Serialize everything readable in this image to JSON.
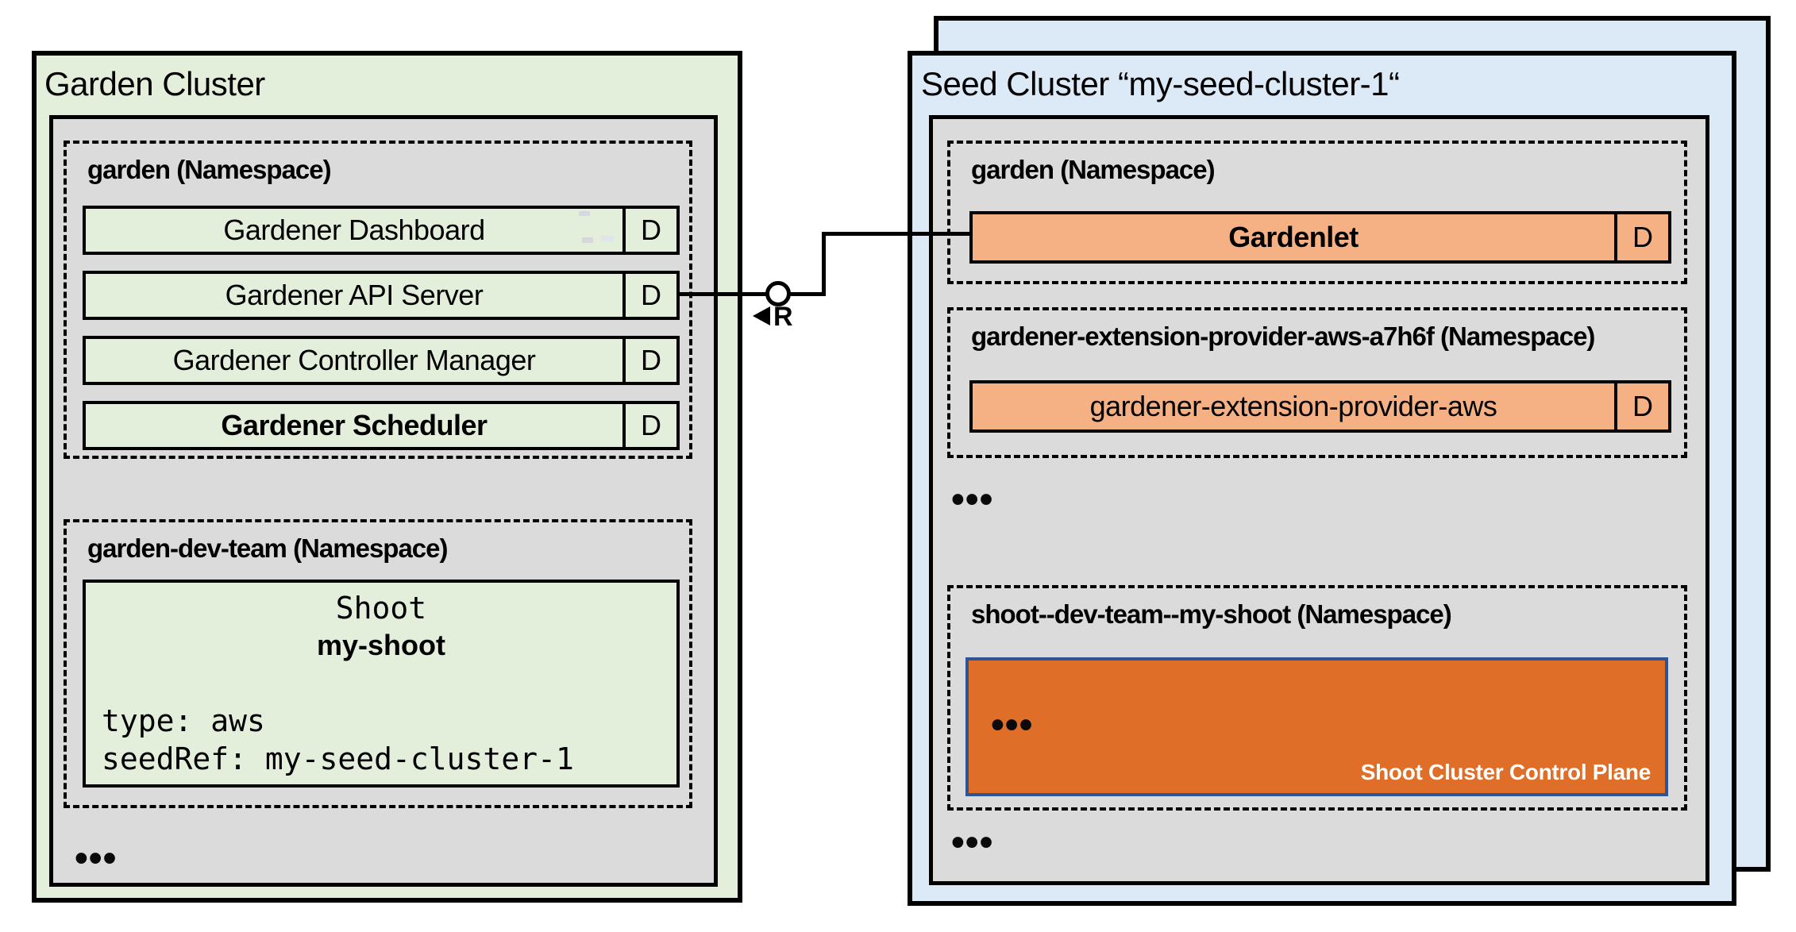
{
  "colors": {
    "green-fill": "#e3efda",
    "blue-fill": "#dce9f6",
    "gray-fill": "#dbdbdb",
    "orange-light": "#f5b183",
    "orange-dark": "#de6e28",
    "blue-border": "#2f5496"
  },
  "garden_cluster": {
    "title": "Garden Cluster",
    "namespace_garden": {
      "label": "garden (Namespace)",
      "deployments": [
        {
          "name": "Gardener Dashboard",
          "badge": "D"
        },
        {
          "name": "Gardener API Server",
          "badge": "D"
        },
        {
          "name": "Gardener Controller Manager",
          "badge": "D"
        },
        {
          "name": "Gardener Scheduler",
          "badge": "D"
        }
      ]
    },
    "namespace_dev_team": {
      "label": "garden-dev-team (Namespace)",
      "shoot_resource": {
        "kind": "Shoot",
        "name": "my-shoot",
        "spec_line_1": "type: aws",
        "spec_line_2": "seedRef: my-seed-cluster-1"
      }
    },
    "ellipsis": "•••"
  },
  "connector": {
    "label": "R"
  },
  "seed_cluster": {
    "title": "Seed Cluster “my-seed-cluster-1“",
    "namespace_garden": {
      "label": "garden (Namespace)",
      "deployment": {
        "name": "Gardenlet",
        "badge": "D"
      }
    },
    "namespace_extension": {
      "label": "gardener-extension-provider-aws-a7h6f (Namespace)",
      "deployment": {
        "name": "gardener-extension-provider-aws",
        "badge": "D"
      }
    },
    "ellipsis_1": "•••",
    "namespace_shoot": {
      "label": "shoot--dev-team--my-shoot (Namespace)",
      "control_plane": {
        "ellipsis": "•••",
        "label": "Shoot Cluster Control Plane"
      }
    },
    "ellipsis_2": "•••"
  }
}
